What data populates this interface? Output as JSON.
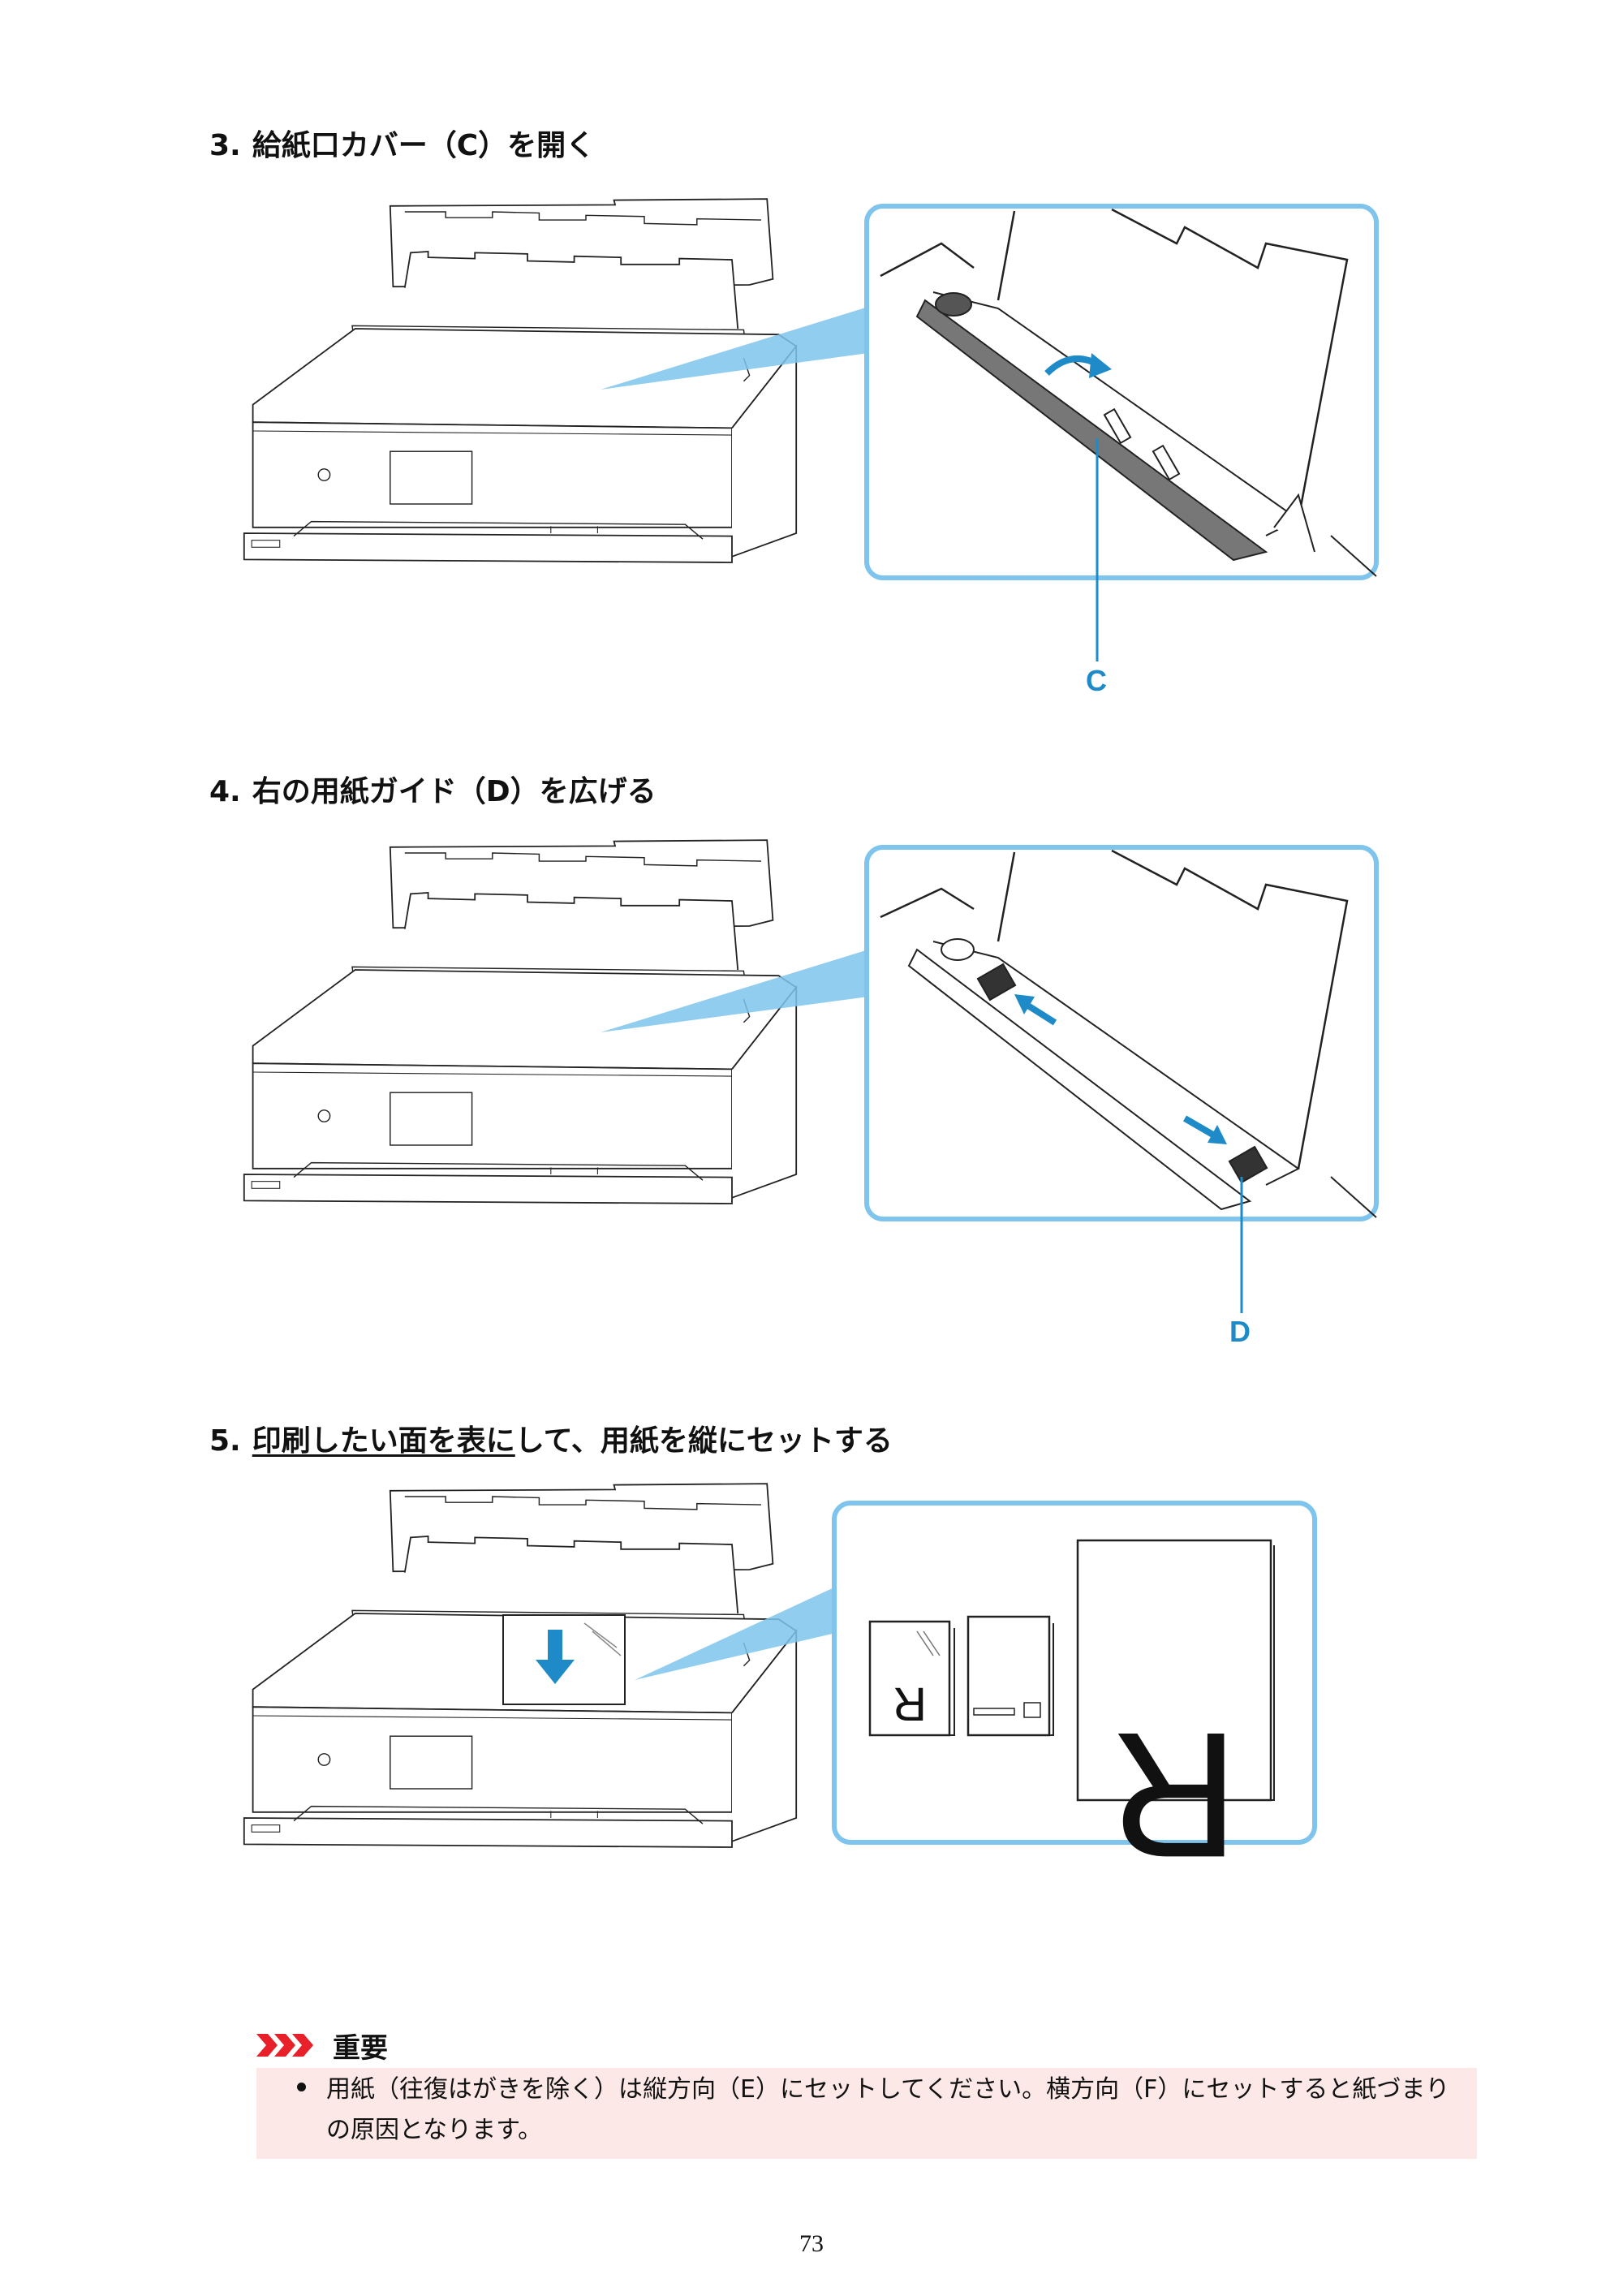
{
  "steps": [
    {
      "number": "3.",
      "title": "給紙口カバー（C）を開く",
      "callout": "C"
    },
    {
      "number": "4.",
      "title": "右の用紙ガイド（D）を広げる",
      "callout": "D"
    },
    {
      "number": "5.",
      "title_underlined": "印刷したい面を表に",
      "title_rest": "して、用紙を縦にセットする"
    }
  ],
  "important": {
    "label": "重要",
    "items": [
      "用紙（往復はがきを除く）は縦方向（E）にセットしてください。横方向（F）にセットすると紙づまりの原因となります。"
    ]
  },
  "page_number": "73",
  "colors": {
    "callout_blue": "#1e8bc8",
    "frame_blue": "#7ec4ec",
    "important_bg": "#fde8e8",
    "important_red": "#e8202a"
  },
  "icons": [
    "printer-illustration",
    "paper-feed-detail",
    "arrow-icon",
    "important-chevron-icon"
  ]
}
